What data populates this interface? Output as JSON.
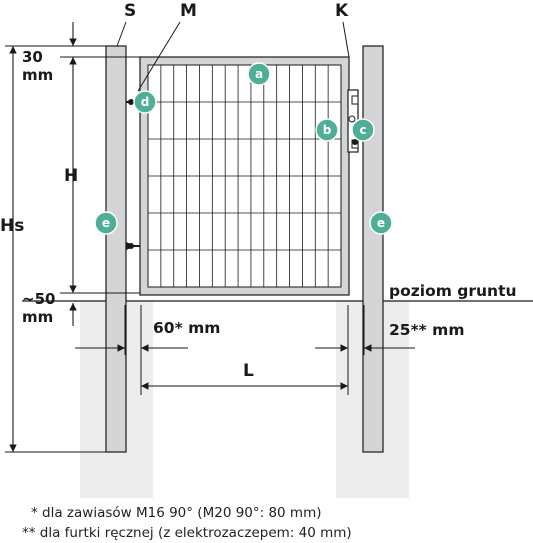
{
  "labels": {
    "S": "S",
    "M": "M",
    "K": "K",
    "dim_top_value": "30",
    "dim_top_unit": "mm",
    "H": "H",
    "Hs": "Hs",
    "dim_bottom_value": "~50",
    "dim_bottom_unit": "mm",
    "ground_level": "poziom gruntu",
    "gap_hinge": "60* mm",
    "gap_latch": "25** mm",
    "L": "L"
  },
  "callouts": {
    "a": "a",
    "b": "b",
    "c": "c",
    "d": "d",
    "e_left": "e",
    "e_right": "e"
  },
  "footnotes": {
    "note1": "* dla zawiasów M16 90° (M20 90°: 80 mm)",
    "note2": "** dla furtki ręcznej (z elektrozaczepem: 40 mm)"
  },
  "colors": {
    "callout": "#4fae97",
    "post_fill": "#d3d5d6",
    "ground_fill": "#ededed",
    "line": "#1a1a1a"
  }
}
